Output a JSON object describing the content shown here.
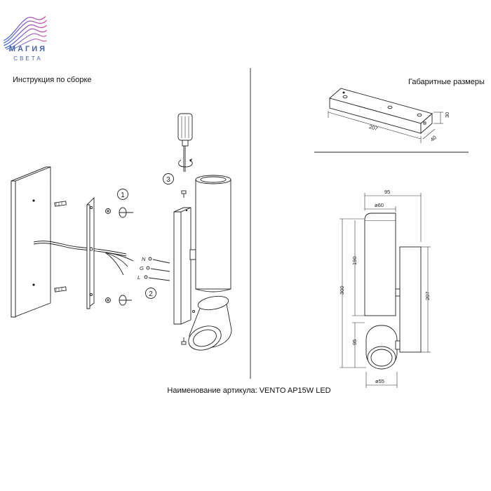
{
  "brand": {
    "name": "МАГИЯ",
    "tagline": "СВЕТА"
  },
  "titles": {
    "assembly": "Инструкция по сборке",
    "dimensions": "Габаритные размеры",
    "article": "Наименование артикула: VENTO AP15W LED"
  },
  "steps": [
    "1",
    "2",
    "3"
  ],
  "wires": [
    "N",
    "G",
    "L"
  ],
  "dimensions": {
    "length": "207",
    "width": "40",
    "height": "30",
    "width_top": "95",
    "diameter_top": "ø60",
    "height_upper": "190",
    "height_total": "300",
    "height_lower": "95",
    "height_base": "207",
    "diameter_bottom": "ø55"
  },
  "colors": {
    "brand_blue": "#4a62a8",
    "brand_pink": "#c84aa0",
    "line": "#222222"
  }
}
